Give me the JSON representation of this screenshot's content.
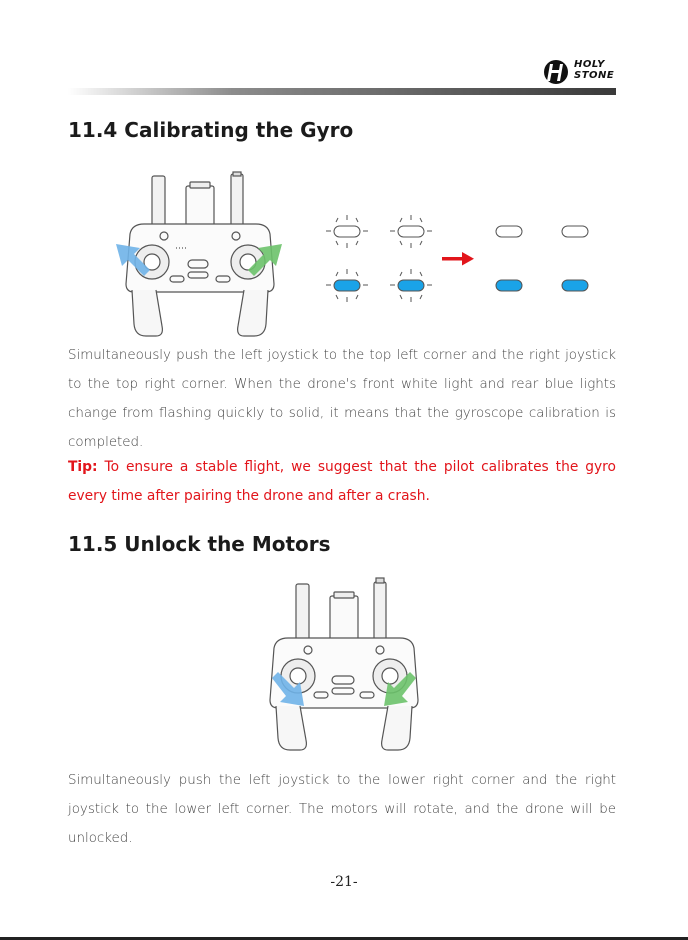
{
  "brand": {
    "line1": "HOLY",
    "line2": "STONE"
  },
  "section_gyro": {
    "title": "11.4 Calibrating the Gyro",
    "body": "Simultaneously push the left joystick to the top left corner and the right joystick to the top right corner. When the drone's front white light and rear blue lights change from flashing quickly to solid, it means that the gyroscope calibration is completed.",
    "tip_label": "Tip:",
    "tip_text": " To ensure a stable flight, we suggest that the pilot calibrates the gyro every time after pairing the drone and after a crash."
  },
  "section_motors": {
    "title": "11.5 Unlock the Motors",
    "body": "Simultaneously push the left joystick to the lower right corner and the right joystick to the lower left corner. The motors will rotate, and the drone will be unlocked."
  },
  "page_number": "-21-",
  "colors": {
    "tip": "#e2151b",
    "light_blue": "#1aa3e8",
    "arrow_red": "#e2151b"
  },
  "icons": [
    "holy-stone-logo-icon",
    "remote-controller-icon",
    "blue-arrow-icon",
    "green-arrow-icon",
    "red-arrow-icon",
    "light-indicator-icon"
  ]
}
